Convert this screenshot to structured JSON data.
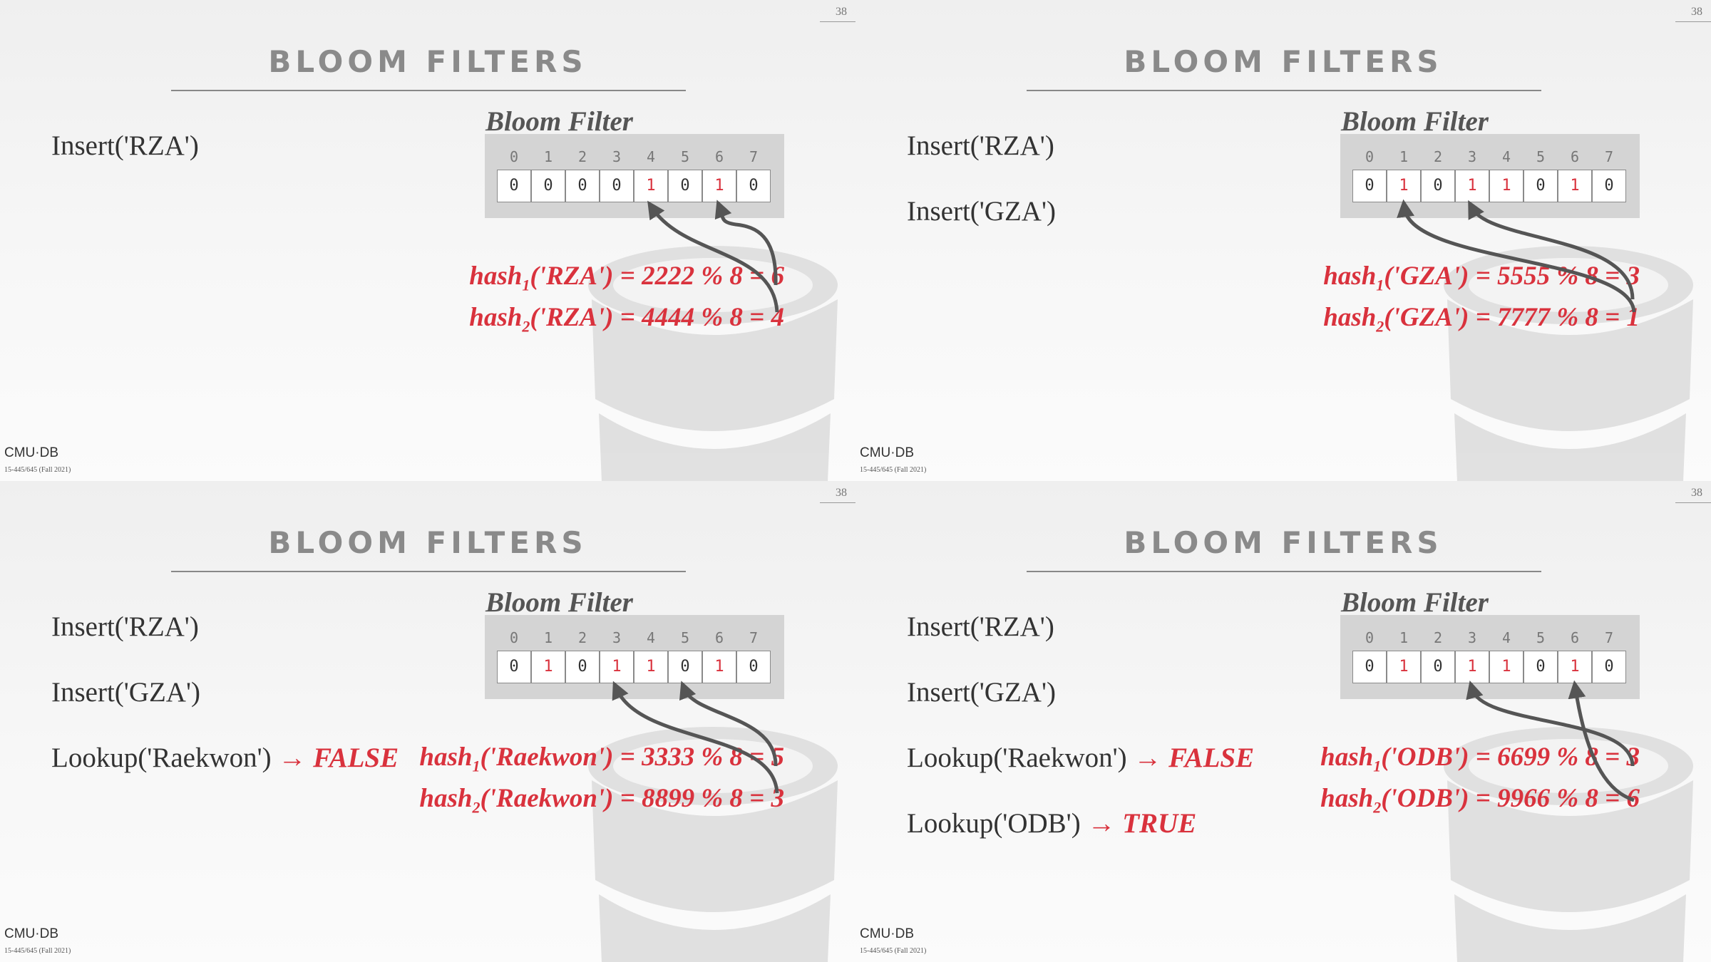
{
  "slides": [
    {
      "number": "38",
      "title": "BLOOM FILTERS",
      "bf_label": "Bloom Filter",
      "indices": [
        "0",
        "1",
        "2",
        "3",
        "4",
        "5",
        "6",
        "7"
      ],
      "bits": [
        "0",
        "0",
        "0",
        "0",
        "1",
        "0",
        "1",
        "0"
      ],
      "ops": [
        {
          "text": "Insert('RZA')",
          "result": ""
        }
      ],
      "hashes": [
        {
          "fn": "hash",
          "sub": "1",
          "rest": "('RZA') = 2222 % 8 = 6"
        },
        {
          "fn": "hash",
          "sub": "2",
          "rest": "('RZA') = 4444 % 8 = 4"
        }
      ],
      "logo": "CMU·DB",
      "course": "15-445/645 (Fall 2021)"
    },
    {
      "number": "38",
      "title": "BLOOM FILTERS",
      "bf_label": "Bloom Filter",
      "indices": [
        "0",
        "1",
        "2",
        "3",
        "4",
        "5",
        "6",
        "7"
      ],
      "bits": [
        "0",
        "1",
        "0",
        "1",
        "1",
        "0",
        "1",
        "0"
      ],
      "ops": [
        {
          "text": "Insert('RZA')",
          "result": ""
        },
        {
          "text": "Insert('GZA')",
          "result": ""
        }
      ],
      "hashes": [
        {
          "fn": "hash",
          "sub": "1",
          "rest": "('GZA') = 5555 % 8 = 3"
        },
        {
          "fn": "hash",
          "sub": "2",
          "rest": "('GZA') = 7777 % 8 = 1"
        }
      ],
      "logo": "CMU·DB",
      "course": "15-445/645 (Fall 2021)"
    },
    {
      "number": "38",
      "title": "BLOOM FILTERS",
      "bf_label": "Bloom Filter",
      "indices": [
        "0",
        "1",
        "2",
        "3",
        "4",
        "5",
        "6",
        "7"
      ],
      "bits": [
        "0",
        "1",
        "0",
        "1",
        "1",
        "0",
        "1",
        "0"
      ],
      "ops": [
        {
          "text": "Insert('RZA')",
          "result": ""
        },
        {
          "text": "Insert('GZA')",
          "result": ""
        },
        {
          "text": "Lookup('Raekwon') ",
          "result": "→ FALSE"
        }
      ],
      "hashes": [
        {
          "fn": "hash",
          "sub": "1",
          "rest": "('Raekwon') = 3333 % 8 = 5"
        },
        {
          "fn": "hash",
          "sub": "2",
          "rest": "('Raekwon') = 8899 % 8 = 3"
        }
      ],
      "logo": "CMU·DB",
      "course": "15-445/645 (Fall 2021)"
    },
    {
      "number": "38",
      "title": "BLOOM FILTERS",
      "bf_label": "Bloom Filter",
      "indices": [
        "0",
        "1",
        "2",
        "3",
        "4",
        "5",
        "6",
        "7"
      ],
      "bits": [
        "0",
        "1",
        "0",
        "1",
        "1",
        "0",
        "1",
        "0"
      ],
      "ops": [
        {
          "text": "Insert('RZA')",
          "result": ""
        },
        {
          "text": "Insert('GZA')",
          "result": ""
        },
        {
          "text": "Lookup('Raekwon') ",
          "result": "→ FALSE"
        },
        {
          "text": "Lookup('ODB') ",
          "result": "→ TRUE"
        }
      ],
      "hashes": [
        {
          "fn": "hash",
          "sub": "1",
          "rest": "('ODB') = 6699 % 8 = 3"
        },
        {
          "fn": "hash",
          "sub": "2",
          "rest": "('ODB') = 9966 % 8 = 6"
        }
      ],
      "logo": "CMU·DB",
      "course": "15-445/645 (Fall 2021)"
    }
  ]
}
